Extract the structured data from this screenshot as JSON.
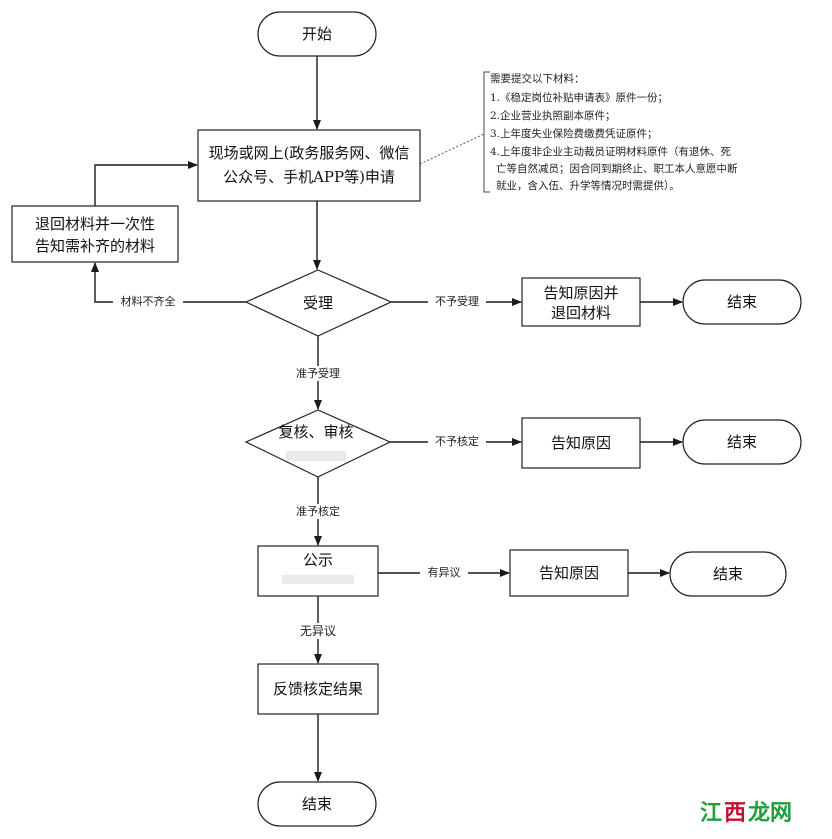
{
  "nodes": {
    "start": "开始",
    "apply_line1": "现场或网上(政务服务网、微信",
    "apply_line2": "公众号、手机APP等)申请",
    "return_line1": "退回材料并一次性",
    "return_line2": "告知需补齐的材料",
    "accept": "受理",
    "notify_return_line1": "告知原因并",
    "notify_return_line2": "退回材料",
    "end1": "结束",
    "review": "复核、审核",
    "notify2": "告知原因",
    "end2": "结束",
    "publicize": "公示",
    "notify3": "告知原因",
    "end3": "结束",
    "feedback": "反馈核定结果",
    "end_final": "结束"
  },
  "edges": {
    "incomplete": "材料不齐全",
    "not_accepted": "不予受理",
    "accepted": "准予受理",
    "not_approved": "不予核定",
    "approved": "准予核定",
    "objection": "有异议",
    "no_objection": "无异议"
  },
  "note": {
    "title": "需要提交以下材料：",
    "item1": "1.《稳定岗位补贴申请表》原件一份；",
    "item2": "2.企业营业执照副本原件；",
    "item3": "3.上年度失业保险费缴费凭证原件；",
    "item4_line1": "4.上年度非企业主动裁员证明材料原件（有退休、死",
    "item4_line2": "亡等自然减员；因合同到期终止、职工本人意愿中断",
    "item4_line3": "就业，含入伍、升学等情况时需提供）。"
  },
  "watermark": {
    "part1": "江",
    "part2": "西",
    "part3": "龙网"
  }
}
